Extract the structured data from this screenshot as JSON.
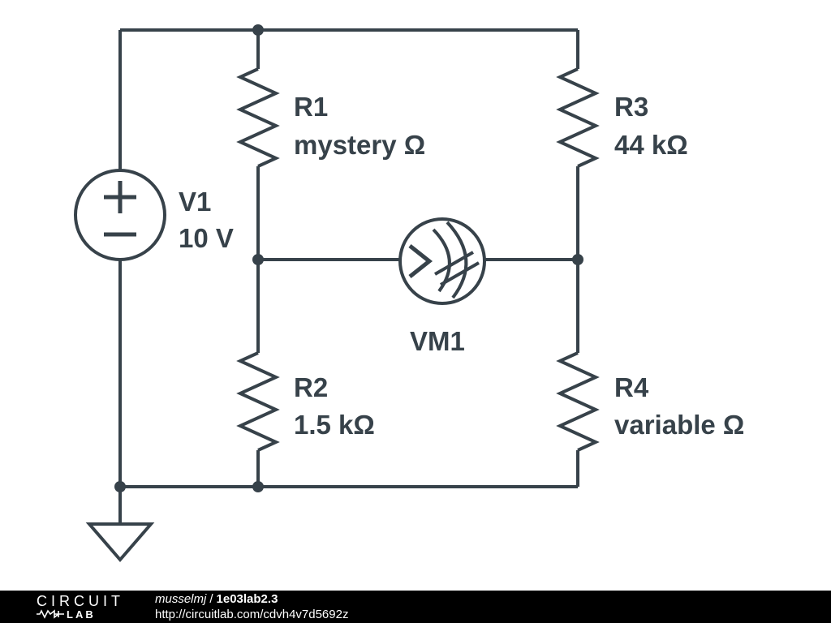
{
  "circuit": {
    "components": {
      "v1": {
        "ref": "V1",
        "value": "10 V"
      },
      "r1": {
        "ref": "R1",
        "value": "mystery Ω"
      },
      "r2": {
        "ref": "R2",
        "value": "1.5 kΩ"
      },
      "r3": {
        "ref": "R3",
        "value": "44 kΩ"
      },
      "r4": {
        "ref": "R4",
        "value": "variable Ω"
      },
      "vm1": {
        "ref": "VM1"
      }
    },
    "colors": {
      "wire": "#37424a",
      "background": "#ffffff"
    }
  },
  "footer": {
    "logo_line1": "CIRCUIT",
    "logo_line2": "LAB",
    "author": "musselmj",
    "separator": "/",
    "title": "1e03lab2.3",
    "url": "http://circuitlab.com/cdvh4v7d5692z",
    "background": "#000000",
    "text_color": "#ffffff"
  }
}
